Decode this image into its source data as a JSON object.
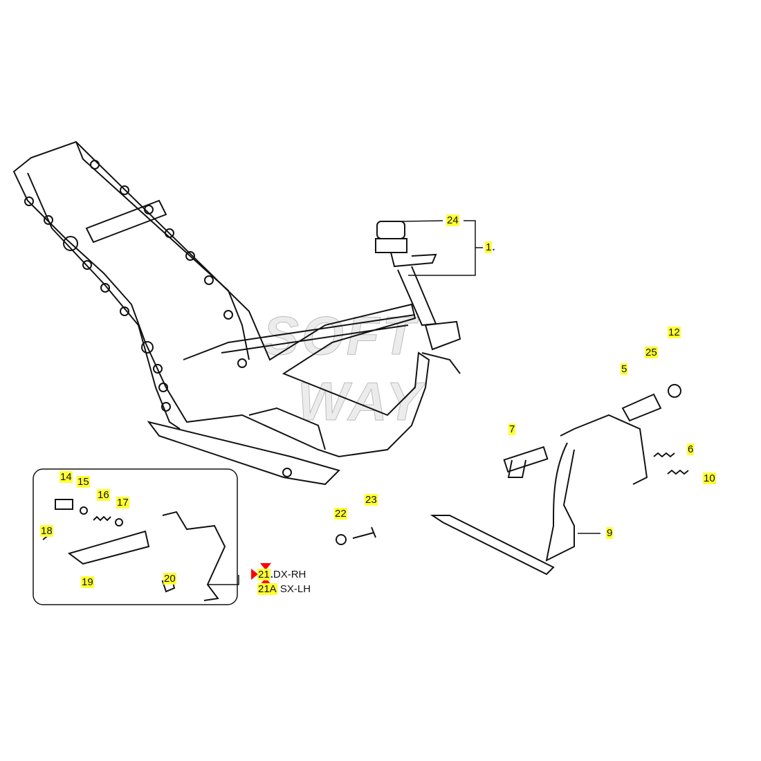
{
  "watermark": [
    "SOFT",
    "WAY"
  ],
  "callouts": {
    "c24": "24",
    "c1": "1",
    "c12": "12",
    "c25": "25",
    "c5": "5",
    "c7": "7",
    "c6": "6",
    "c10": "10",
    "c9": "9",
    "c22": "22",
    "c23": "23",
    "c14": "14",
    "c15": "15",
    "c16": "16",
    "c17": "17",
    "c18": "18",
    "c19": "19",
    "c20": "20",
    "c21": "21",
    "c21a": "21A"
  },
  "variants": {
    "rh": "DX-RH",
    "lh": "SX-LH"
  },
  "colors": {
    "highlight": "#ffff33",
    "marker": "#ff0000",
    "dot": "#1020d0"
  }
}
